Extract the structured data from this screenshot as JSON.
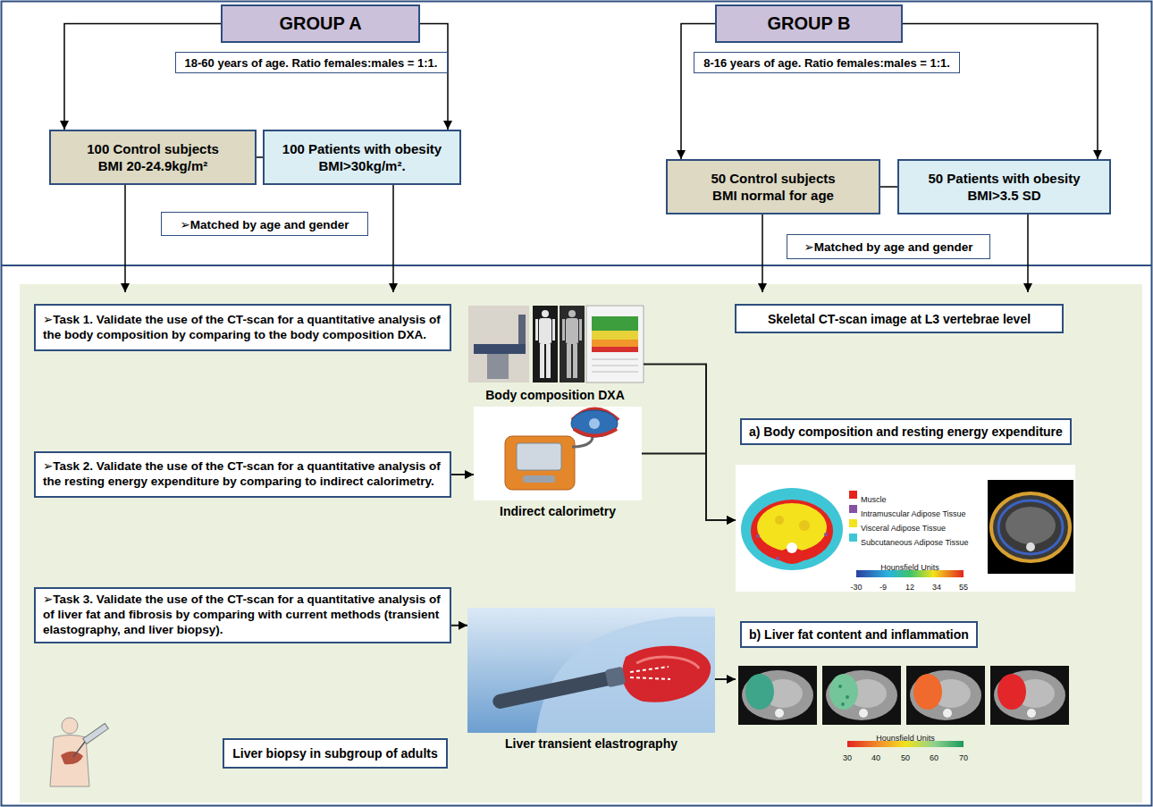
{
  "diagram": {
    "nodes": [
      {
        "text": [
          "GROUP A"
        ]
      },
      {
        "text": [
          "18-60 years of age. Ratio females:males = 1:1."
        ]
      },
      {
        "text": [
          "100 Control subjects",
          "BMI 20-24.9kg/m²"
        ]
      },
      {
        "text": [
          "100 Patients with obesity",
          "BMI>30kg/m²."
        ]
      },
      {
        "text": [
          "➢Matched by age and gender"
        ]
      },
      {
        "text": [
          "GROUP B"
        ]
      },
      {
        "text": [
          "8-16 years of age. Ratio females:males = 1:1."
        ]
      },
      {
        "text": [
          "50 Control subjects",
          "BMI normal for age"
        ]
      },
      {
        "text": [
          "50 Patients with obesity",
          "BMI>3.5 SD"
        ]
      },
      {
        "text": [
          "➢Matched by age and gender"
        ]
      },
      {
        "text": [
          "➢Task 1. Validate the use of the CT-scan for a quantitative analysis of the body composition by comparing to the body composition DXA."
        ]
      },
      {
        "text": [
          "Body composition DXA"
        ]
      },
      {
        "text": [
          "Skeletal CT-scan image at L3 vertebrae level"
        ]
      },
      {
        "text": [
          "➢Task 2. Validate the use of the CT-scan for a quantitative analysis of the resting energy expenditure by comparing to indirect calorimetry."
        ]
      },
      {
        "text": [
          "Indirect calorimetry"
        ]
      },
      {
        "text": [
          "a) Body composition and resting energy expenditure"
        ]
      },
      {
        "text": [
          "➢Task 3. Validate the use of the CT-scan for a quantitative analysis of of liver fat and fibrosis by comparing with current methods (transient elastography, and liver biopsy)."
        ]
      },
      {
        "text": [
          "Liver transient elastrography"
        ]
      },
      {
        "text": [
          "b) Liver fat content and inflammation"
        ]
      },
      {
        "text": [
          "Liver biopsy in subgroup of adults"
        ]
      }
    ],
    "edges": [
      {
        "from": 0,
        "to": 2,
        "arrow": "to"
      },
      {
        "from": 0,
        "to": 3,
        "arrow": "to"
      },
      {
        "from": 2,
        "to": 3,
        "arrow": "none"
      },
      {
        "from": 5,
        "to": 7,
        "arrow": "to"
      },
      {
        "from": 5,
        "to": 8,
        "arrow": "to"
      },
      {
        "from": 7,
        "to": 8,
        "arrow": "none"
      },
      {
        "from": 13,
        "to": 14,
        "arrow": "to"
      },
      {
        "from": 11,
        "to": 15,
        "arrow": "to"
      },
      {
        "from": 14,
        "to": 15,
        "arrow": "to"
      },
      {
        "from": 16,
        "to": 17,
        "arrow": "to"
      },
      {
        "from": 17,
        "to": 18,
        "arrow": "to"
      }
    ],
    "labels": [
      "Hounsfield Units",
      "-30",
      "-9",
      "12",
      "34",
      "55",
      "Hounsfield Units",
      "30",
      "40",
      "50",
      "60",
      "70"
    ],
    "legend": [
      {
        "text": "Muscle",
        "color": "#e3241f"
      },
      {
        "text": "Intramuscular Adipose Tissue",
        "color": "#8552a3"
      },
      {
        "text": "Visceral Adipose Tissue",
        "color": "#f4e21c"
      },
      {
        "text": "Subcutaneous Adipose Tissue",
        "color": "#3fc6d6"
      }
    ]
  }
}
